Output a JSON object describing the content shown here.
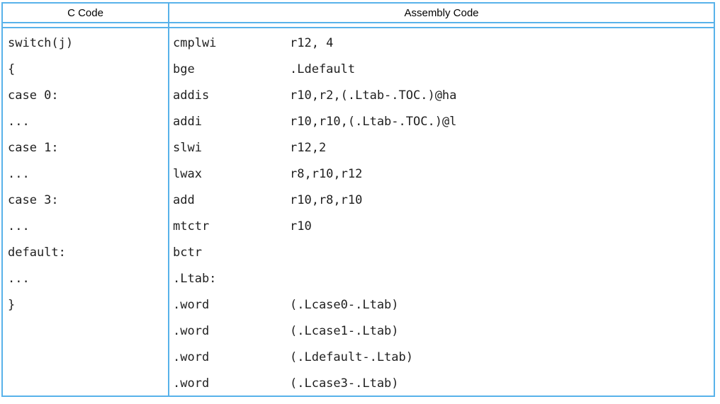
{
  "table": {
    "columns": [
      {
        "label": "C Code"
      },
      {
        "label": "Assembly Code"
      }
    ],
    "c_code_lines": [
      "switch(j)",
      "{",
      "case 0:",
      "...",
      "case 1:",
      "...",
      "case 3:",
      "...",
      "default:",
      "...",
      "}"
    ],
    "assembly_lines": [
      {
        "mnemonic": "cmplwi",
        "operands": "r12, 4"
      },
      {
        "mnemonic": "bge",
        "operands": ".Ldefault"
      },
      {
        "mnemonic": "addis",
        "operands": "r10,r2,(.Ltab-.TOC.)@ha"
      },
      {
        "mnemonic": "addi",
        "operands": "r10,r10,(.Ltab-.TOC.)@l"
      },
      {
        "mnemonic": "slwi",
        "operands": "r12,2"
      },
      {
        "mnemonic": "lwax",
        "operands": "r8,r10,r12"
      },
      {
        "mnemonic": "add",
        "operands": "r10,r8,r10"
      },
      {
        "mnemonic": "mtctr",
        "operands": "r10"
      },
      {
        "mnemonic": "bctr",
        "operands": ""
      },
      {
        "mnemonic": ".Ltab:",
        "operands": ""
      },
      {
        "mnemonic": ".word",
        "operands": "(.Lcase0-.Ltab)"
      },
      {
        "mnemonic": ".word",
        "operands": "(.Lcase1-.Ltab)"
      },
      {
        "mnemonic": ".word",
        "operands": "(.Ldefault-.Ltab)"
      },
      {
        "mnemonic": ".word",
        "operands": "(.Lcase3-.Ltab)"
      }
    ],
    "colors": {
      "border": "#58b2ea",
      "text": "#1f1f1f",
      "header_text": "#000000",
      "background": "#ffffff"
    }
  }
}
